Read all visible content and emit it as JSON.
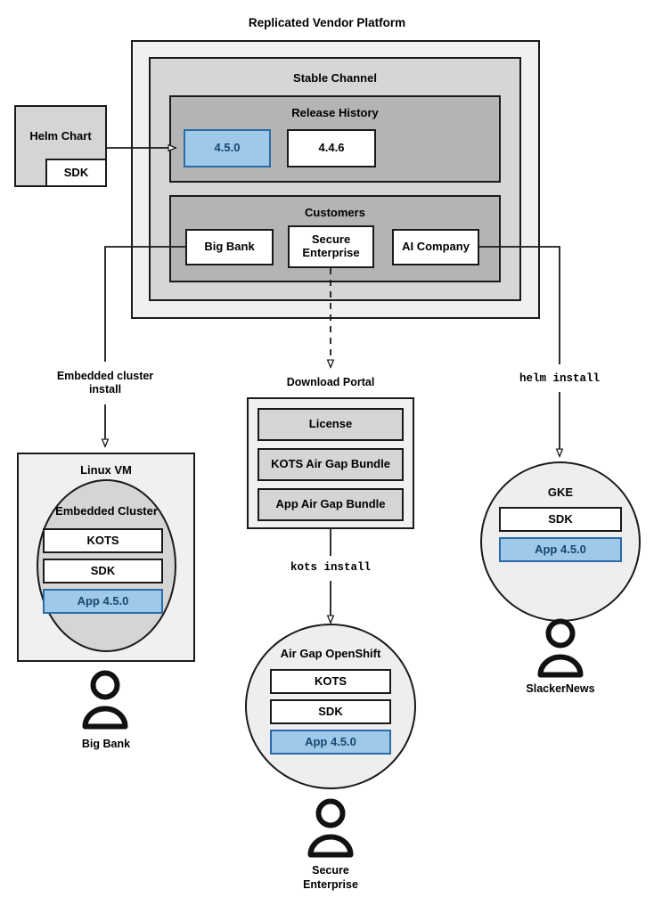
{
  "title": "Replicated Vendor Platform",
  "source": {
    "helm_chart": "Helm Chart",
    "sdk": "SDK"
  },
  "platform": {
    "stable_channel": "Stable Channel",
    "release_history": {
      "label": "Release History",
      "releases": [
        {
          "version": "4.5.0",
          "highlighted": true
        },
        {
          "version": "4.4.6",
          "highlighted": false
        }
      ]
    },
    "customers": {
      "label": "Customers",
      "items": [
        "Big Bank",
        "Secure Enterprise",
        "AI Company"
      ]
    }
  },
  "edges": {
    "embedded_cluster_install": "Embedded cluster\ninstall",
    "embedded_cluster_install_line1": "Embedded cluster",
    "embedded_cluster_install_line2": "install",
    "helm_install": "helm install",
    "kots_install": "kots install"
  },
  "download_portal": {
    "label": "Download Portal",
    "items": [
      "License",
      "KOTS Air Gap Bundle",
      "App Air Gap Bundle"
    ]
  },
  "targets": {
    "linux_vm": {
      "label": "Linux VM",
      "inner_label": "Embedded Cluster",
      "components": [
        {
          "name": "KOTS",
          "highlighted": false
        },
        {
          "name": "SDK",
          "highlighted": false
        },
        {
          "name": "App 4.5.0",
          "highlighted": true
        }
      ],
      "actor": "Big Bank"
    },
    "air_gap_openshift": {
      "label": "Air Gap OpenShift",
      "components": [
        {
          "name": "KOTS",
          "highlighted": false
        },
        {
          "name": "SDK",
          "highlighted": false
        },
        {
          "name": "App 4.5.0",
          "highlighted": true
        }
      ],
      "actor_line1": "Secure",
      "actor_line2": "Enterprise"
    },
    "gke": {
      "label": "GKE",
      "components": [
        {
          "name": "SDK",
          "highlighted": false
        },
        {
          "name": "App 4.5.0",
          "highlighted": true
        }
      ],
      "actor": "SlackerNews"
    }
  },
  "colors": {
    "highlight_fill": "#9ec9e9",
    "highlight_border": "#2a6ba8",
    "highlight_text": "#16476f",
    "shell_l1": "#f0f0f0",
    "shell_l2": "#d6d6d6",
    "shell_l3": "#b4b4b4",
    "stroke": "#1a1a1a"
  }
}
